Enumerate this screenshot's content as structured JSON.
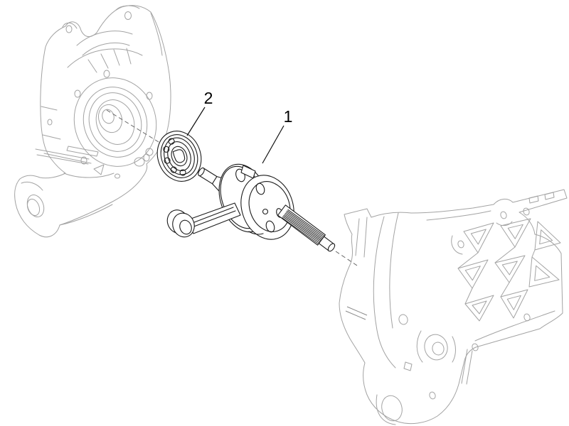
{
  "page": {
    "background": "#ffffff"
  },
  "diagram": {
    "type": "exploded-parts-diagram",
    "subject": "engine-crankcase-and-crankshaft",
    "callouts": [
      {
        "label": "1",
        "target": "crankshaft-assembly"
      },
      {
        "label": "2",
        "target": "ball-bearing"
      }
    ]
  },
  "colors": {
    "case_line": "#a3a3a3",
    "part_line": "#1c1c1c",
    "leader_line": "#111111",
    "centerline": "#666666",
    "label_text": "#000000",
    "background": "#ffffff"
  }
}
